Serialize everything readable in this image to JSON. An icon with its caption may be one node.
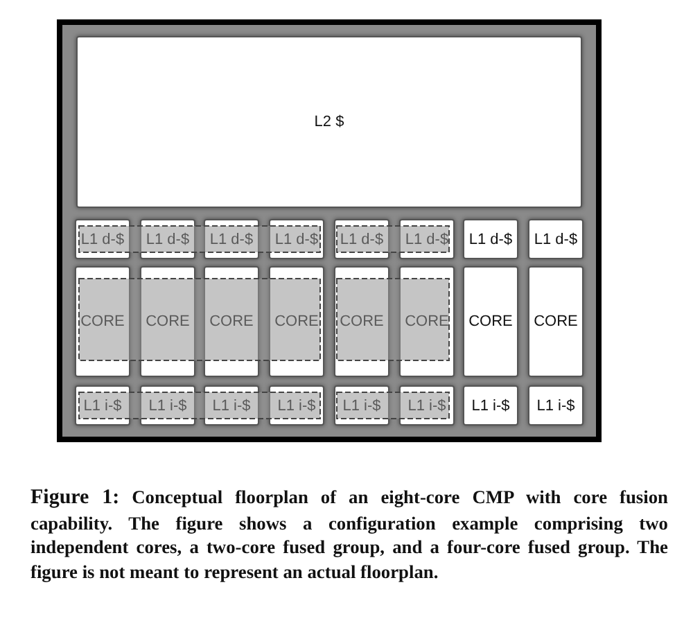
{
  "diagram": {
    "caption": "**Figure 1:** Conceptual floorplan of an eight-core CMP with core fusion capability. The figure shows a configuration example comprising two independent cores, a two-core fused group, and a four-core fused group. The figure is not meant to represent an actual floorplan.",
    "nodes": [
      {
        "text": [
          "L2 $"
        ]
      },
      {
        "text": [
          "L1 d-$"
        ]
      },
      {
        "text": [
          "L1 d-$"
        ]
      },
      {
        "text": [
          "L1 d-$"
        ]
      },
      {
        "text": [
          "L1 d-$"
        ]
      },
      {
        "text": [
          "L1 d-$"
        ]
      },
      {
        "text": [
          "L1 d-$"
        ]
      },
      {
        "text": [
          "L1 d-$"
        ]
      },
      {
        "text": [
          "L1 d-$"
        ]
      },
      {
        "text": [
          "CORE"
        ]
      },
      {
        "text": [
          "CORE"
        ]
      },
      {
        "text": [
          "CORE"
        ]
      },
      {
        "text": [
          "CORE"
        ]
      },
      {
        "text": [
          "CORE"
        ]
      },
      {
        "text": [
          "CORE"
        ]
      },
      {
        "text": [
          "CORE"
        ]
      },
      {
        "text": [
          "CORE"
        ]
      },
      {
        "text": [
          "L1 i-$"
        ]
      },
      {
        "text": [
          "L1 i-$"
        ]
      },
      {
        "text": [
          "L1 i-$"
        ]
      },
      {
        "text": [
          "L1 i-$"
        ]
      },
      {
        "text": [
          "L1 i-$"
        ]
      },
      {
        "text": [
          "L1 i-$"
        ]
      },
      {
        "text": [
          "L1 i-$"
        ]
      },
      {
        "text": [
          "L1 i-$"
        ]
      }
    ]
  }
}
